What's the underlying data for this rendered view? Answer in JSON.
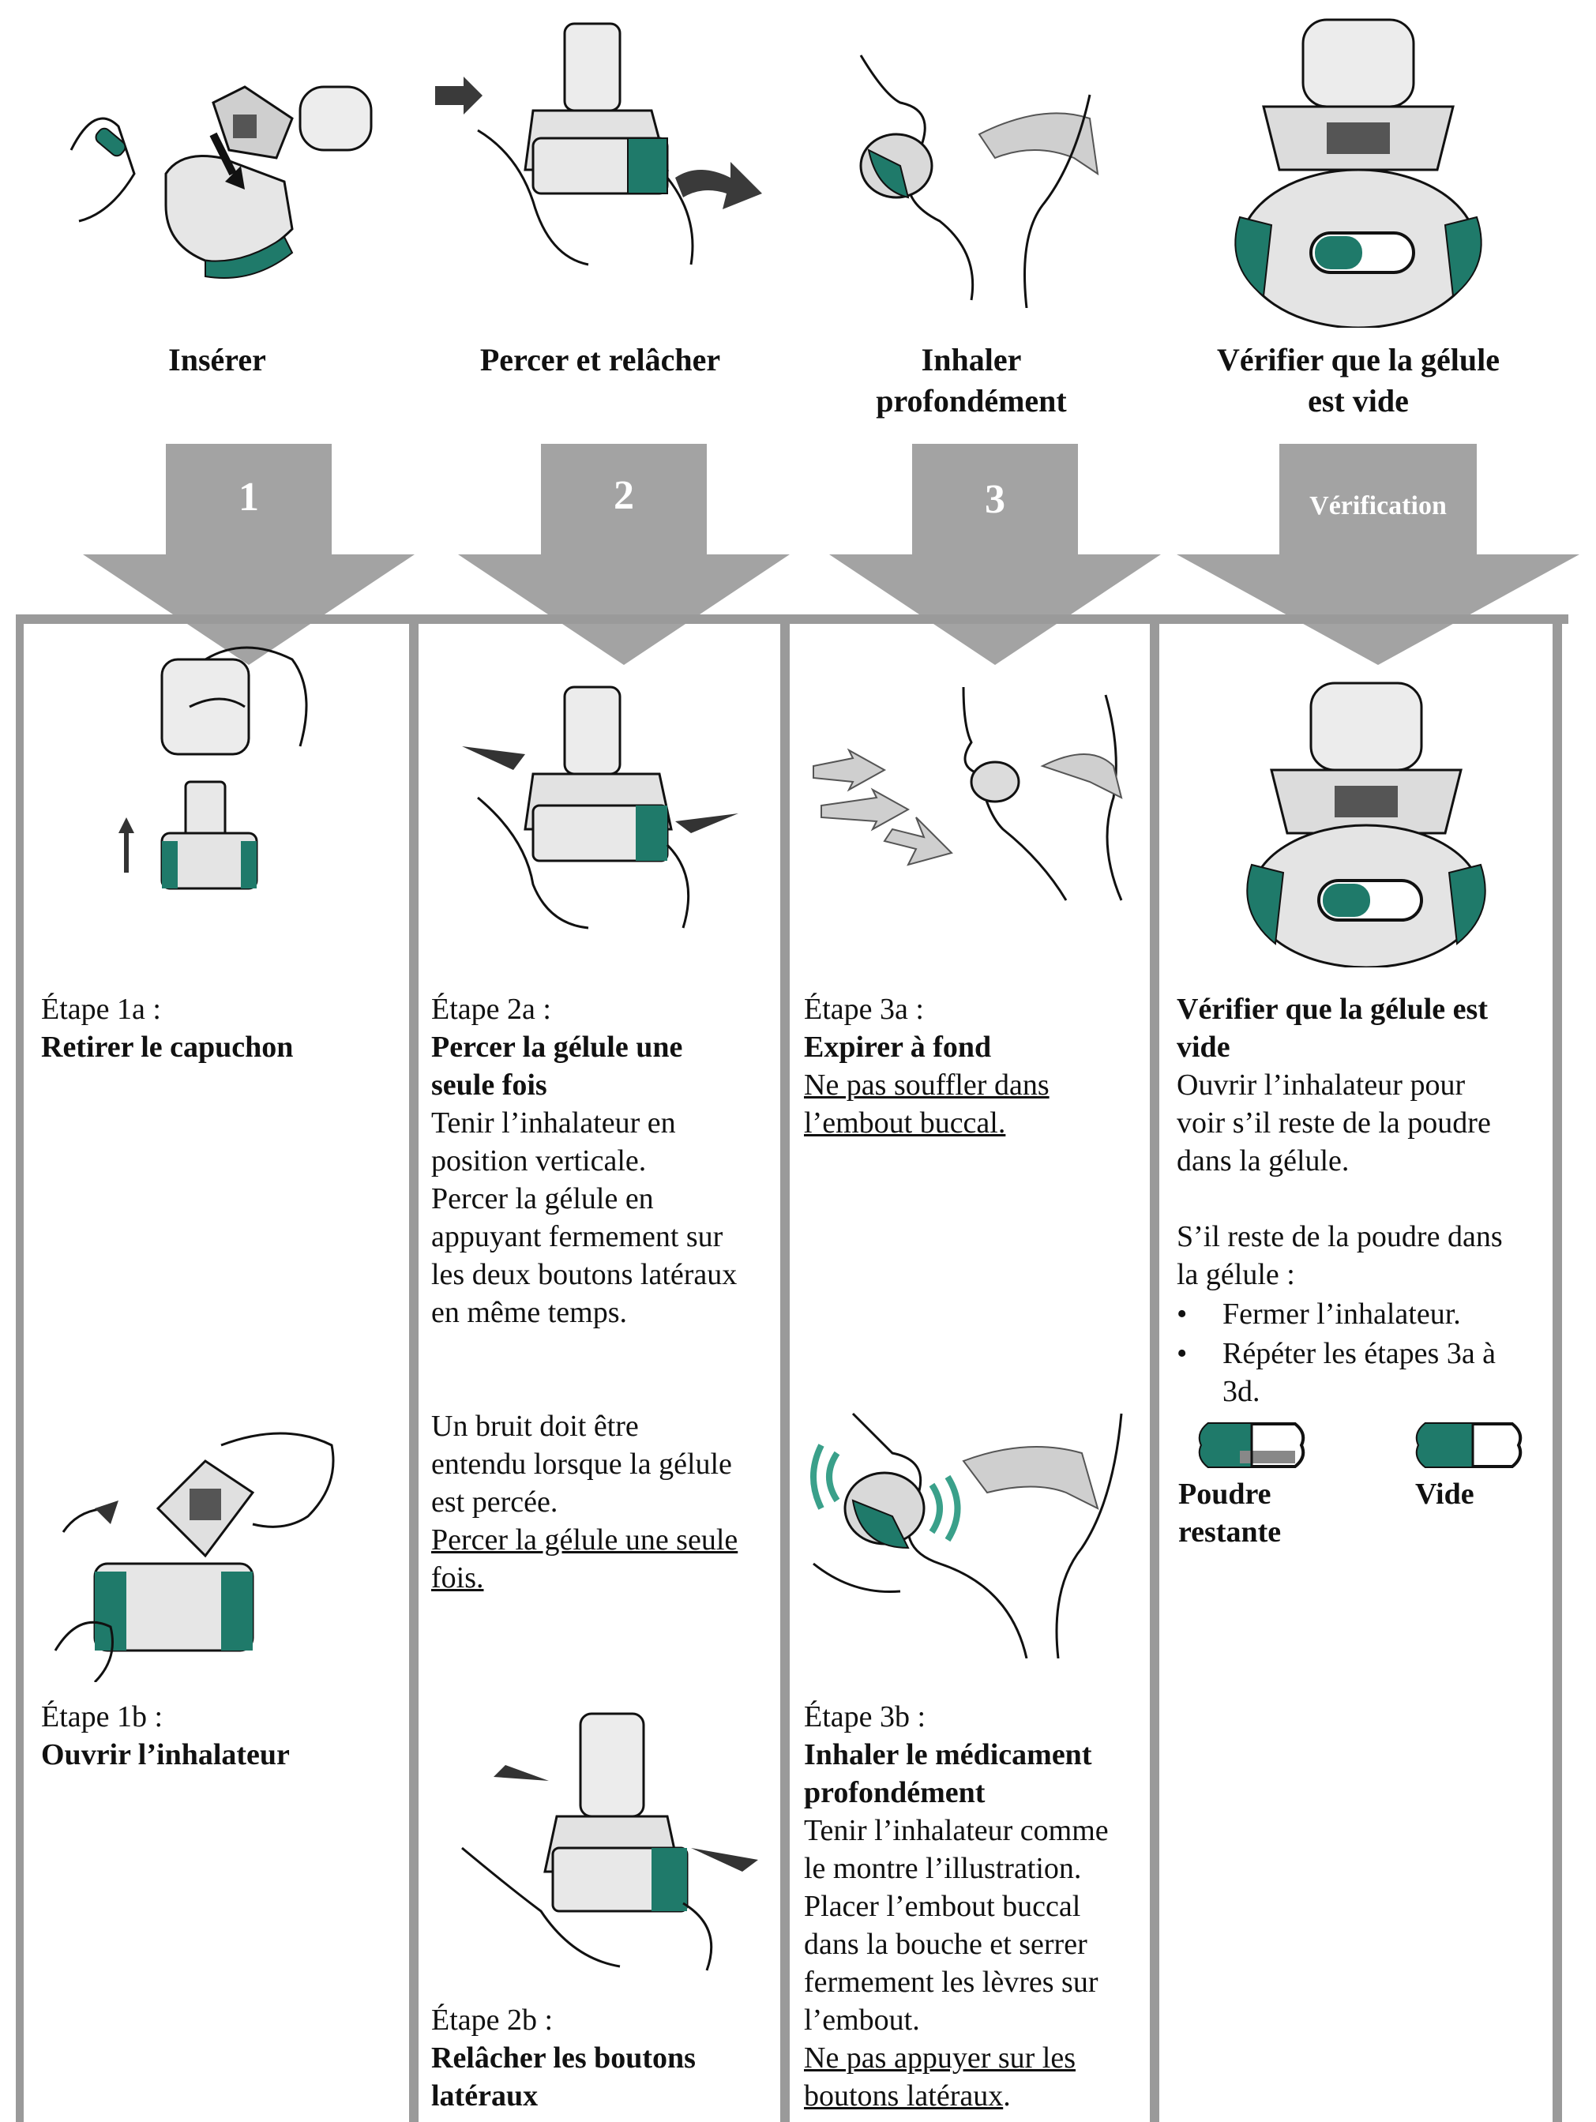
{
  "header": {
    "steps": [
      {
        "title_lines": [
          "Insérer"
        ],
        "arrow_label": "1"
      },
      {
        "title_lines": [
          "Percer et relâcher"
        ],
        "arrow_label": "2"
      },
      {
        "title_lines": [
          "Inhaler",
          "profondément"
        ],
        "arrow_label": "3"
      },
      {
        "title_lines": [
          "Vérifier que la gélule",
          "est vide"
        ],
        "arrow_label": "Vérification"
      }
    ]
  },
  "columns": {
    "col1": {
      "step1a_label": "Étape 1a :",
      "step1a_title": "Retirer le capuchon",
      "step1b_label": "Étape 1b :",
      "step1b_title": "Ouvrir l’inhalateur"
    },
    "col2": {
      "step2a_label": "Étape 2a :",
      "step2a_title_lines": [
        "Percer la gélule une",
        "seule fois"
      ],
      "step2a_body_lines": [
        "Tenir l’inhalateur en",
        "position verticale.",
        "Percer la gélule en",
        "appuyant fermement sur",
        "les deux boutons latéraux",
        "en même temps."
      ],
      "step2a_note_lines": [
        "Un bruit doit être",
        "entendu lorsque la gélule",
        "est percée."
      ],
      "step2a_warning_lines": [
        "Percer la gélule une seule",
        "fois."
      ],
      "step2b_label": "Étape 2b :",
      "step2b_title_lines": [
        "Relâcher les boutons",
        "latéraux"
      ]
    },
    "col3": {
      "step3a_label": "Étape 3a :",
      "step3a_title": "Expirer à fond",
      "step3a_warning_lines": [
        "Ne pas souffler dans",
        "l’embout buccal."
      ],
      "step3b_label": "Étape 3b :",
      "step3b_title_lines": [
        "Inhaler le médicament",
        "profondément"
      ],
      "step3b_body_lines": [
        "Tenir l’inhalateur comme",
        "le montre l’illustration.",
        "Placer l’embout buccal",
        "dans la bouche et serrer",
        "fermement les lèvres sur",
        "l’embout."
      ],
      "step3b_warning_lines": [
        "Ne pas appuyer sur les",
        "boutons latéraux"
      ],
      "step3b_warning_tail": "."
    },
    "col4": {
      "check_title_lines": [
        "Vérifier que la gélule est",
        "vide"
      ],
      "check_body_lines": [
        "Ouvrir l’inhalateur pour",
        "voir s’il reste de la poudre",
        "dans la gélule."
      ],
      "remaining_intro_lines": [
        "S’il reste de la poudre dans",
        "la gélule :"
      ],
      "bullets": [
        {
          "lines": [
            "Fermer l’inhalateur."
          ]
        },
        {
          "lines": [
            "Répéter les étapes 3a à",
            "3d."
          ]
        }
      ],
      "capsule_labels": {
        "powder_lines": [
          "Poudre",
          "restante"
        ],
        "empty": "Vide"
      }
    }
  },
  "colors": {
    "arrow_gray": "#a3a3a3",
    "border_gray": "#9a9a9a",
    "inhaler_green": "#1f7a6a",
    "device_gray": "#d9d9d9",
    "line": "#111111"
  },
  "icons": [
    "inhaler-insert-capsule-icon",
    "inhaler-pierce-icon",
    "inhaler-inhale-icon",
    "inhaler-open-check-icon",
    "remove-cap-icon",
    "open-inhaler-icon",
    "press-buttons-icon",
    "release-buttons-icon",
    "exhale-icon",
    "inhale-face-icon",
    "capsule-powder-icon",
    "capsule-empty-icon"
  ]
}
